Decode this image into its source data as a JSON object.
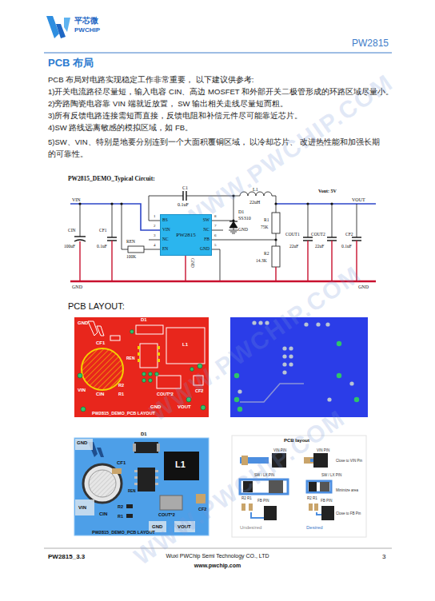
{
  "diagram": {
    "title": "PCB 布局",
    "nodes": [
      {
        "text": [
          "PW2815"
        ]
      }
    ],
    "labels": [
      "平芯微",
      "PWCHIP",
      "PW2815",
      "PCB 布局对电路实现稳定工作非常重要， 以下建议供参考:",
      "1)开关电流路径尽量短，输入电容 CIN、高边 MOSFET 和外部开关二极管形成的环路区域尽量小。",
      "2)旁路陶瓷电容靠 VIN 端就近放置， SW 输出相关走线尽量短而粗。",
      "3)所有反馈电路连接需短而直接，反馈电阻和补偿元件尽可能靠近芯片。",
      "4)SW 路线远离敏感的模拟区域，如 FB。",
      "5)SW、VIN、特别是地要分别连到一个大面积覆铜区域， 以冷却芯片、 改进热性能和加强长期的可靠性。",
      "PW2815_DEMO_Typical Circuit:",
      "VIN",
      "VOUT",
      "C1",
      "0.1uF",
      "L1",
      "22uH",
      "D1",
      "SS310",
      "GND",
      "Vout: 5V",
      "BS",
      "VIN",
      "NC",
      "EN",
      "SW",
      "NC",
      "FB",
      "GND",
      "1",
      "2",
      "3",
      "4",
      "8",
      "7",
      "6",
      "5",
      "GND",
      "CIN",
      "100uF",
      "CF1",
      "0.1uF",
      "REN",
      "100K",
      "R1",
      "75K",
      "R2",
      "14.3K",
      "COUT1",
      "22uF",
      "COUT2",
      "22uF",
      "CF2",
      "0.1uF",
      "GND",
      "GND",
      "PCB LAYOUT:",
      "GND",
      "D1",
      "CF1",
      "L1",
      "REN",
      "VIN",
      "CIN",
      "R2",
      "R1",
      "COUT*2",
      "CF2",
      "GND",
      "VOUT",
      "PW2815_DEMO_PCB LAYOUT",
      "GND",
      "D1",
      "CF1",
      "L1",
      "REN",
      "VIN",
      "CIN",
      "R2",
      "R1",
      "COUT*2",
      "CF2",
      "GND",
      "VOUT",
      "PW2815_DEMO_PCB LAYOUT",
      "PCB layout",
      "VIN PIN",
      "VIN PIN",
      "Close to VIN Pin",
      "SW / LX PIN",
      "SW / LX PIN",
      "Minimize area",
      "R2 R1",
      "FB PIN",
      "R2 R1",
      "FB PIN",
      "Close to FB Pin",
      "Undesired",
      "Desired",
      "PW2815_3.3",
      "Wuxi PWChip Semi Technology CO., LTD",
      "3",
      "www.pwchip.com",
      "WWW.PWCHIP.COM",
      "WWW.PWCHIP.COM",
      "WWW.PWCHIP.COM"
    ]
  }
}
